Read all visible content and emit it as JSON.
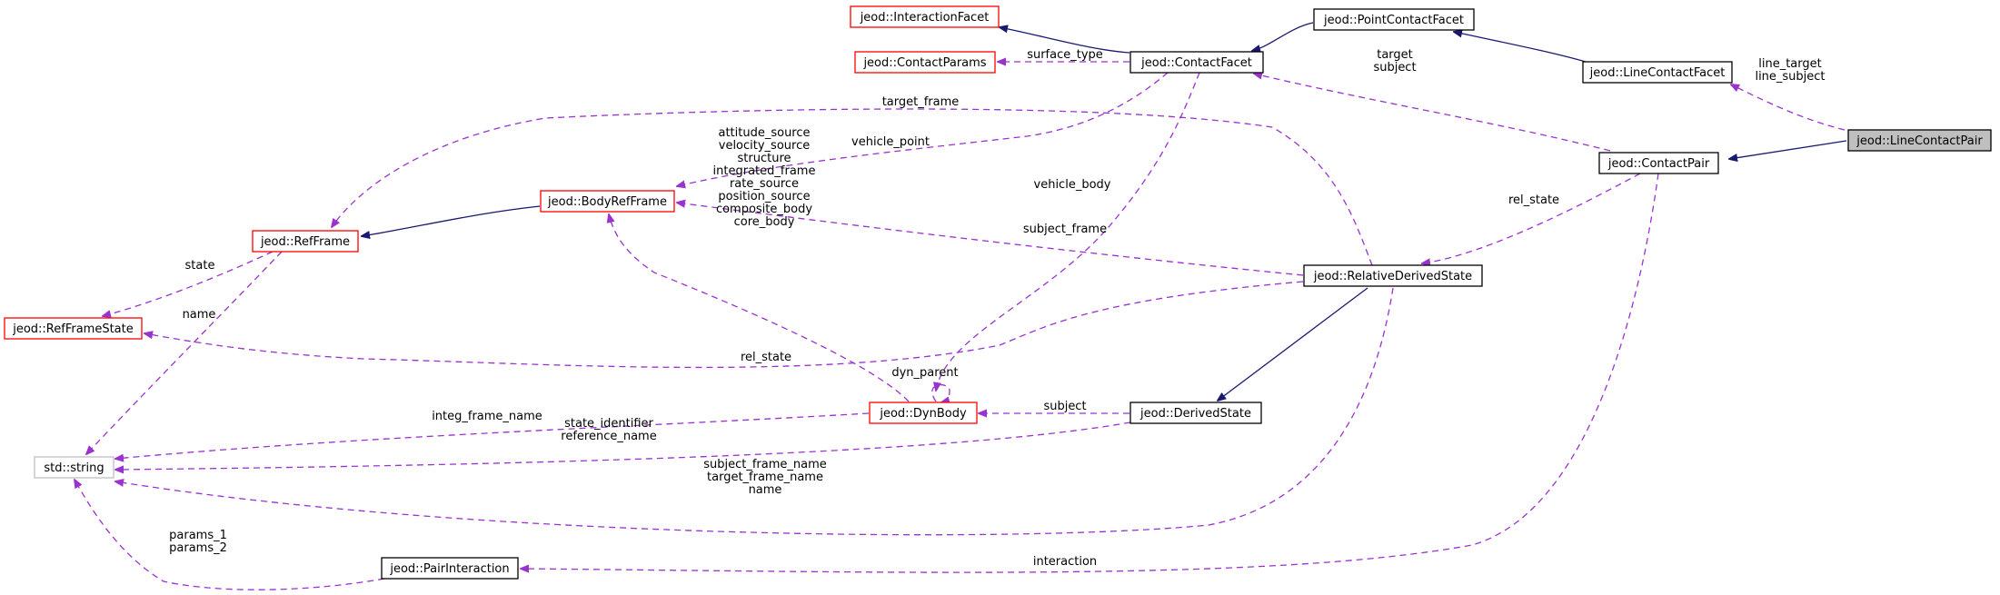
{
  "diagram": {
    "colors": {
      "inherit_edge": "#191970",
      "member_edge": "#9a32cd",
      "node_border_black": "#000000",
      "node_border_red": "#ff0000",
      "node_border_gray": "#bfbfbf",
      "focus_fill": "#bfbfbf"
    },
    "nodes": [
      {
        "id": "line_contact_pair",
        "label": "jeod::LineContactPair",
        "style": "focus"
      },
      {
        "id": "contact_pair",
        "label": "jeod::ContactPair",
        "style": "black"
      },
      {
        "id": "line_contact_facet",
        "label": "jeod::LineContactFacet",
        "style": "black"
      },
      {
        "id": "point_contact_facet",
        "label": "jeod::PointContactFacet",
        "style": "black"
      },
      {
        "id": "contact_facet",
        "label": "jeod::ContactFacet",
        "style": "black"
      },
      {
        "id": "interaction_facet",
        "label": "jeod::InteractionFacet",
        "style": "red"
      },
      {
        "id": "contact_params",
        "label": "jeod::ContactParams",
        "style": "red"
      },
      {
        "id": "body_ref_frame",
        "label": "jeod::BodyRefFrame",
        "style": "red"
      },
      {
        "id": "ref_frame",
        "label": "jeod::RefFrame",
        "style": "red"
      },
      {
        "id": "ref_frame_state",
        "label": "jeod::RefFrameState",
        "style": "red"
      },
      {
        "id": "relative_derived_state",
        "label": "jeod::RelativeDerivedState",
        "style": "black"
      },
      {
        "id": "dyn_body",
        "label": "jeod::DynBody",
        "style": "red"
      },
      {
        "id": "derived_state",
        "label": "jeod::DerivedState",
        "style": "black"
      },
      {
        "id": "std_string",
        "label": "std::string",
        "style": "gray"
      },
      {
        "id": "pair_interaction",
        "label": "jeod::PairInteraction",
        "style": "black"
      }
    ],
    "edges": [
      {
        "from": "contact_pair",
        "to": "line_contact_pair",
        "kind": "inherit",
        "lines": []
      },
      {
        "from": "line_contact_facet",
        "to": "line_contact_pair",
        "kind": "member",
        "lines": [
          "line_target",
          "line_subject"
        ]
      },
      {
        "from": "point_contact_facet",
        "to": "line_contact_facet",
        "kind": "inherit",
        "lines": []
      },
      {
        "from": "contact_facet",
        "to": "point_contact_facet",
        "kind": "inherit",
        "lines": []
      },
      {
        "from": "interaction_facet",
        "to": "contact_facet",
        "kind": "inherit",
        "lines": []
      },
      {
        "from": "contact_params",
        "to": "contact_facet",
        "kind": "member",
        "lines": [
          "surface_type"
        ]
      },
      {
        "from": "contact_facet",
        "to": "contact_pair",
        "kind": "member",
        "lines": [
          "target",
          "subject"
        ]
      },
      {
        "from": "body_ref_frame",
        "to": "contact_facet",
        "kind": "member",
        "lines": [
          "vehicle_point"
        ]
      },
      {
        "from": "dyn_body",
        "to": "contact_facet",
        "kind": "member",
        "lines": [
          "vehicle_body"
        ]
      },
      {
        "from": "ref_frame",
        "to": "body_ref_frame",
        "kind": "inherit",
        "lines": []
      },
      {
        "from": "ref_frame",
        "to": "relative_derived_state",
        "kind": "member",
        "lines": [
          "target_frame"
        ]
      },
      {
        "from": "ref_frame_state",
        "to": "ref_frame",
        "kind": "member",
        "lines": [
          "state"
        ]
      },
      {
        "from": "std_string",
        "to": "ref_frame",
        "kind": "member",
        "lines": [
          "name"
        ]
      },
      {
        "from": "body_ref_frame",
        "to": "relative_derived_state",
        "kind": "member",
        "lines": [
          "subject_frame"
        ]
      },
      {
        "from": "relative_derived_state",
        "to": "contact_pair",
        "kind": "member",
        "lines": [
          "rel_state"
        ]
      },
      {
        "from": "ref_frame_state",
        "to": "relative_derived_state",
        "kind": "member",
        "lines": [
          "rel_state"
        ]
      },
      {
        "from": "body_ref_frame",
        "to": "dyn_body",
        "kind": "member",
        "lines": [
          "attitude_source",
          "velocity_source",
          "structure",
          "integrated_frame",
          "rate_source",
          "position_source",
          "composite_body",
          "core_body"
        ]
      },
      {
        "from": "dyn_body",
        "to": "dyn_body",
        "kind": "member",
        "lines": [
          "dyn_parent"
        ]
      },
      {
        "from": "derived_state",
        "to": "relative_derived_state",
        "kind": "inherit",
        "lines": []
      },
      {
        "from": "dyn_body",
        "to": "derived_state",
        "kind": "member",
        "lines": [
          "subject"
        ]
      },
      {
        "from": "std_string",
        "to": "dyn_body",
        "kind": "member",
        "lines": [
          "integ_frame_name"
        ]
      },
      {
        "from": "std_string",
        "to": "derived_state",
        "kind": "member",
        "lines": [
          "state_identifier",
          "reference_name"
        ]
      },
      {
        "from": "std_string",
        "to": "relative_derived_state",
        "kind": "member",
        "lines": [
          "subject_frame_name",
          "target_frame_name",
          "name"
        ]
      },
      {
        "from": "std_string",
        "to": "pair_interaction",
        "kind": "member",
        "lines": [
          "params_1",
          "params_2"
        ]
      },
      {
        "from": "pair_interaction",
        "to": "contact_pair",
        "kind": "member",
        "lines": [
          "interaction"
        ]
      }
    ]
  }
}
